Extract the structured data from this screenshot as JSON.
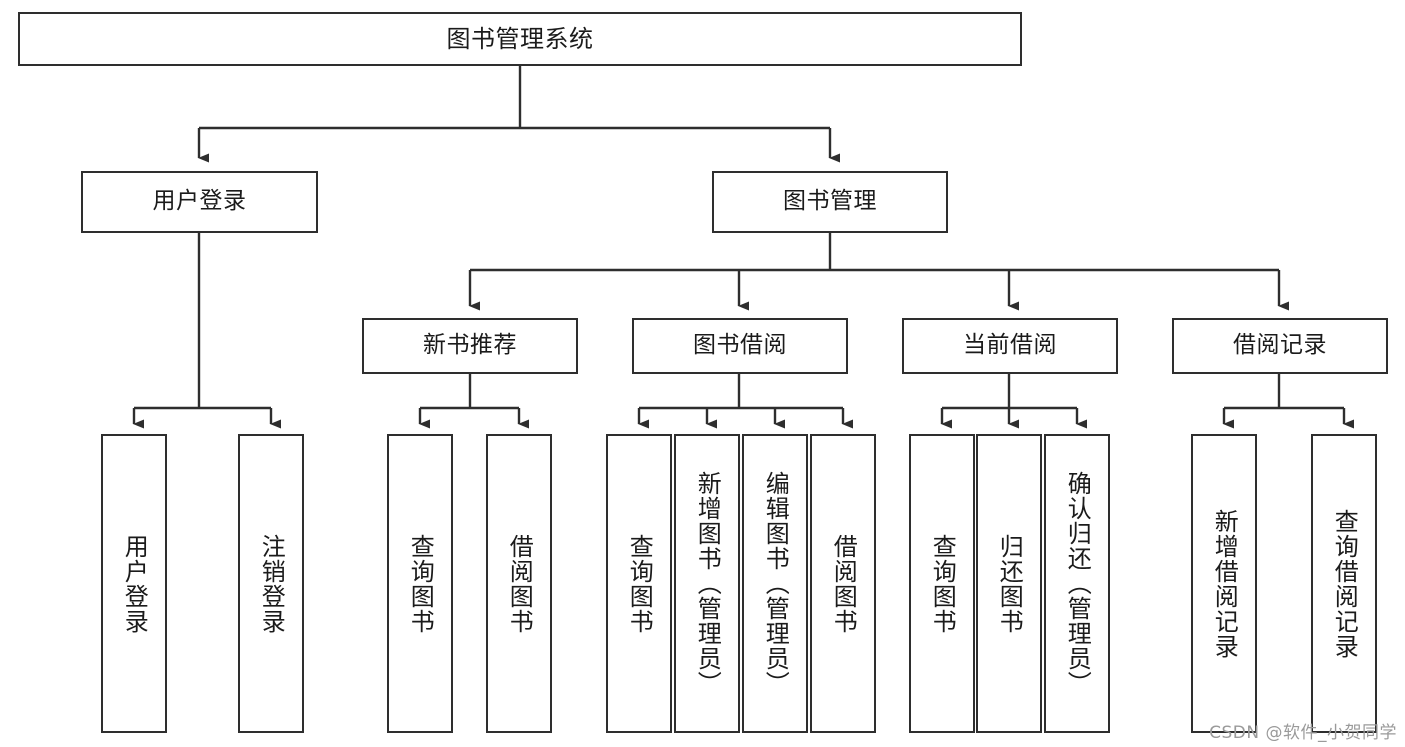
{
  "diagram": {
    "title": "图书管理系统",
    "type": "tree-hierarchy-chart",
    "line_color": "#2e2e2e",
    "box_fill": "#ffffff",
    "text_color": "#1b1b1b"
  },
  "nodes": {
    "root": {
      "label": "图书管理系统"
    },
    "level2": [
      {
        "id": "user-login",
        "label": "用户登录"
      },
      {
        "id": "book-management",
        "label": "图书管理"
      }
    ],
    "level3": [
      {
        "id": "new-book-recommend",
        "label": "新书推荐"
      },
      {
        "id": "book-borrow",
        "label": "图书借阅"
      },
      {
        "id": "current-borrow",
        "label": "当前借阅"
      },
      {
        "id": "borrow-record",
        "label": "借阅记录"
      }
    ],
    "leaves": {
      "user_login": [
        {
          "id": "leaf-user-login",
          "label": "用户登录"
        },
        {
          "id": "leaf-logout-login",
          "label": "注销登录"
        }
      ],
      "new_book_recommend": [
        {
          "id": "leaf-query-book-1",
          "label": "查询图书"
        },
        {
          "id": "leaf-borrow-book-1",
          "label": "借阅图书"
        }
      ],
      "book_borrow": [
        {
          "id": "leaf-query-book-2",
          "label": "查询图书"
        },
        {
          "id": "leaf-add-book",
          "label": "新增图书（管理员）"
        },
        {
          "id": "leaf-edit-book",
          "label": "编辑图书（管理员）"
        },
        {
          "id": "leaf-borrow-book-2",
          "label": "借阅图书"
        }
      ],
      "current_borrow": [
        {
          "id": "leaf-query-book-3",
          "label": "查询图书"
        },
        {
          "id": "leaf-return-book",
          "label": "归还图书"
        },
        {
          "id": "leaf-confirm-return",
          "label": "确认归还（管理员）"
        }
      ],
      "borrow_record": [
        {
          "id": "leaf-add-record",
          "label": "新增借阅记录"
        },
        {
          "id": "leaf-query-record",
          "label": "查询借阅记录"
        }
      ]
    }
  },
  "watermark": {
    "text": "CSDN @软件_小贺同学"
  }
}
